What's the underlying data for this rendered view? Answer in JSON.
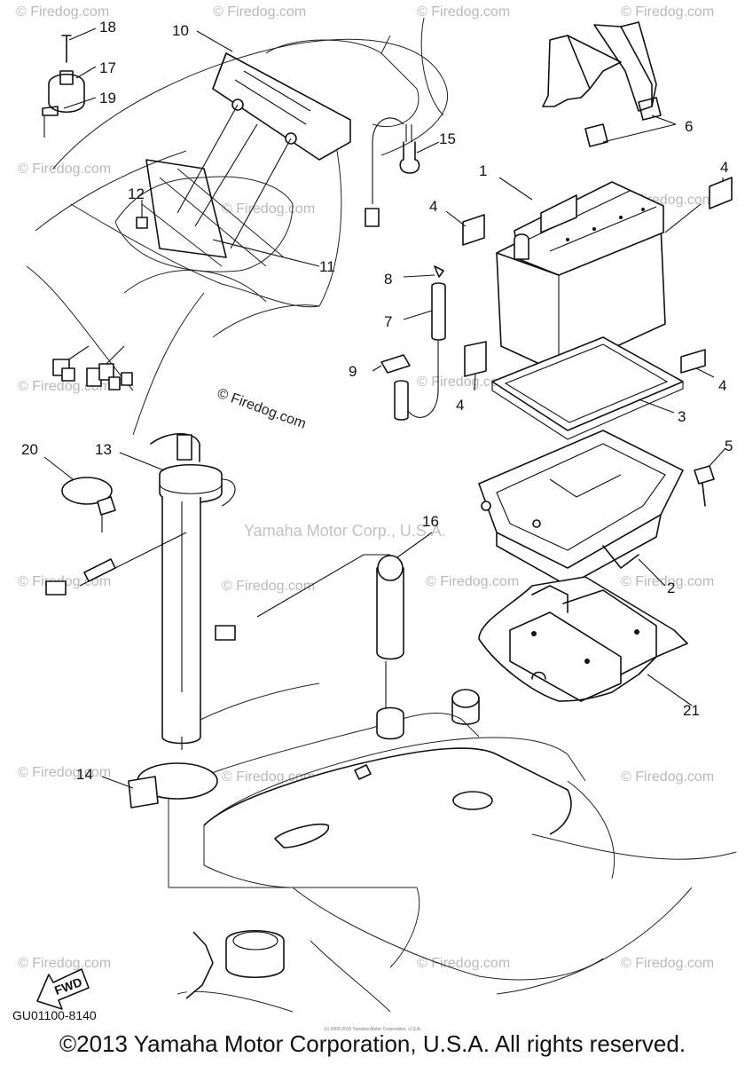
{
  "watermark": {
    "repeat_text": "© Firedog.com",
    "center_text": "Yamaha Motor Corp., U.S.A.",
    "mid_label": "© Firedog.com"
  },
  "callouts": [
    "1",
    "2",
    "3",
    "4",
    "4",
    "4",
    "4",
    "5",
    "6",
    "7",
    "8",
    "9",
    "10",
    "11",
    "12",
    "13",
    "14",
    "15",
    "16",
    "17",
    "18",
    "19",
    "20",
    "21"
  ],
  "fwd_label": "FWD",
  "catalog_code": "GU01100-8140",
  "tiny_notice": "(c) 2000-2015 Yamaha Motor Corporation, U.S.A.",
  "copyright": "©2013 Yamaha Motor Corporation, U.S.A. All rights reserved."
}
